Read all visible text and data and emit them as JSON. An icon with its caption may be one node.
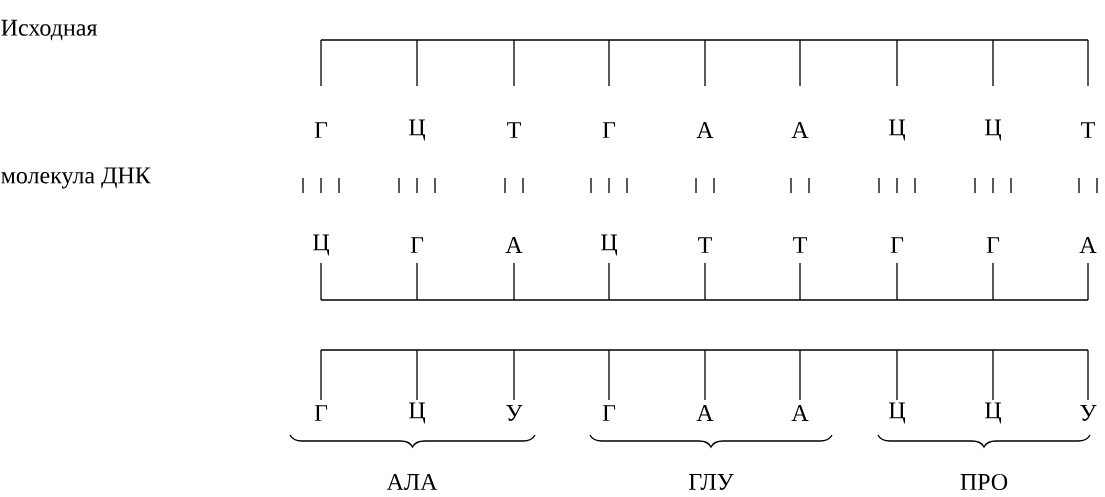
{
  "diagram": {
    "labels": [
      "Исходная",
      "Г",
      "Ц",
      "Т",
      "Г",
      "А",
      "А",
      "Ц",
      "Ц",
      "Т",
      "молекула ДНК",
      "Ц",
      "Г",
      "А",
      "Ц",
      "Т",
      "Т",
      "Г",
      "Г",
      "А",
      "Г",
      "Ц",
      "У",
      "Г",
      "А",
      "А",
      "Ц",
      "Ц",
      "У",
      "АЛА",
      "ГЛУ",
      "ПРО"
    ]
  }
}
